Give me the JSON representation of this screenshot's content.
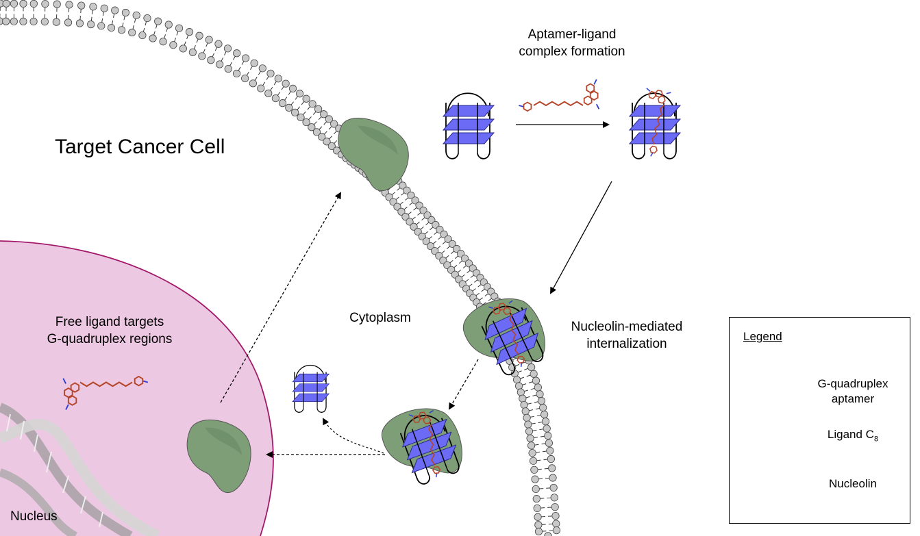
{
  "labels": {
    "title": "Target Cancer Cell",
    "complex_formation_line1": "Aptamer-ligand",
    "complex_formation_line2": "complex formation",
    "cytoplasm": "Cytoplasm",
    "internalization_line1": "Nucleolin-mediated",
    "internalization_line2": "internalization",
    "free_ligand_line1": "Free ligand targets",
    "free_ligand_line2": "G-quadruplex regions",
    "nucleus": "Nucleus"
  },
  "legend": {
    "title": "Legend",
    "aptamer_line1": "G-quadruplex",
    "aptamer_line2": "aptamer",
    "ligand_prefix": "Ligand C",
    "ligand_subscript": "8",
    "nucleolin": "Nucleolin"
  },
  "colors": {
    "quadruplex_plate": "#6b6bf5",
    "ligand": "#b5452a",
    "ligand_n": "#2c3fd0",
    "nucleolin": "#7e9e78",
    "nucleolin_dark": "#5d7d5a",
    "nucleus_fill": "#edc8e2",
    "nucleus_border": "#a3186a",
    "lipid_head": "#c8c8c8"
  }
}
